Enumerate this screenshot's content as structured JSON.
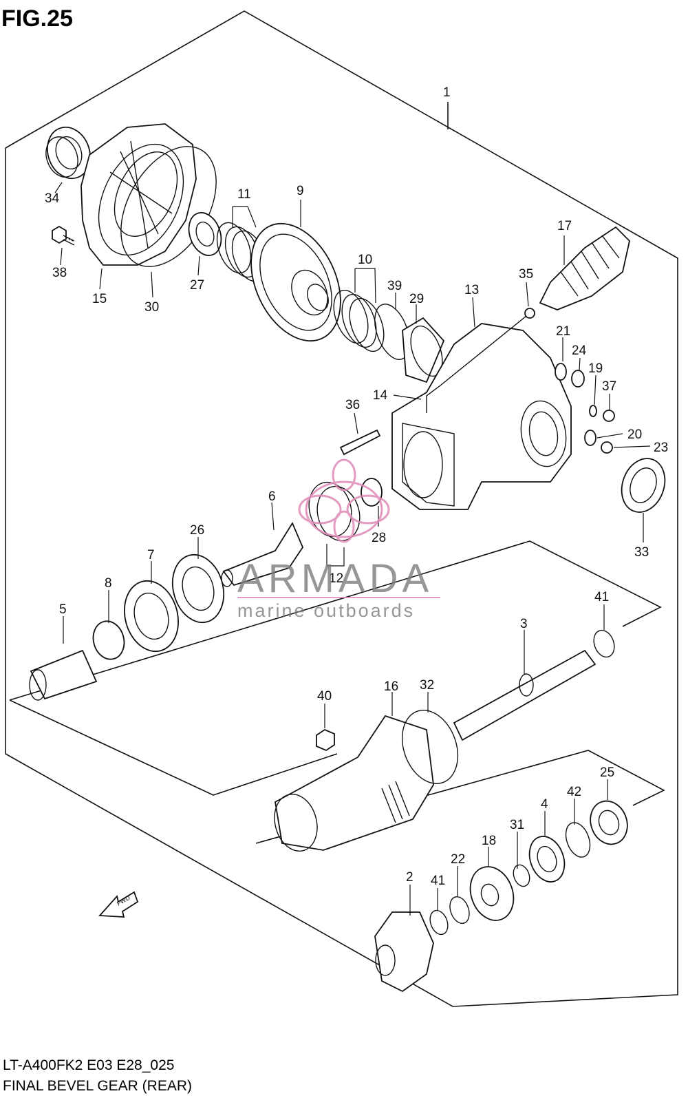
{
  "figure": {
    "title": "FIG.25",
    "model_code": "LT-A400FK2 E03 E28_025",
    "caption": "FINAL BEVEL GEAR (REAR)",
    "fwd_label": "FWD"
  },
  "watermark": {
    "brand": "ARMADA",
    "tagline": "marine outboards",
    "logo_color": "#e08ab8",
    "text_color": "#7d7d7d"
  },
  "callouts": [
    "1",
    "2",
    "3",
    "4",
    "5",
    "6",
    "7",
    "8",
    "9",
    "10",
    "11",
    "12",
    "13",
    "14",
    "15",
    "16",
    "17",
    "18",
    "19",
    "20",
    "21",
    "22",
    "23",
    "24",
    "25",
    "26",
    "27",
    "28",
    "29",
    "30",
    "31",
    "32",
    "33",
    "34",
    "35",
    "36",
    "37",
    "38",
    "39",
    "40",
    "41",
    "41",
    "42"
  ]
}
